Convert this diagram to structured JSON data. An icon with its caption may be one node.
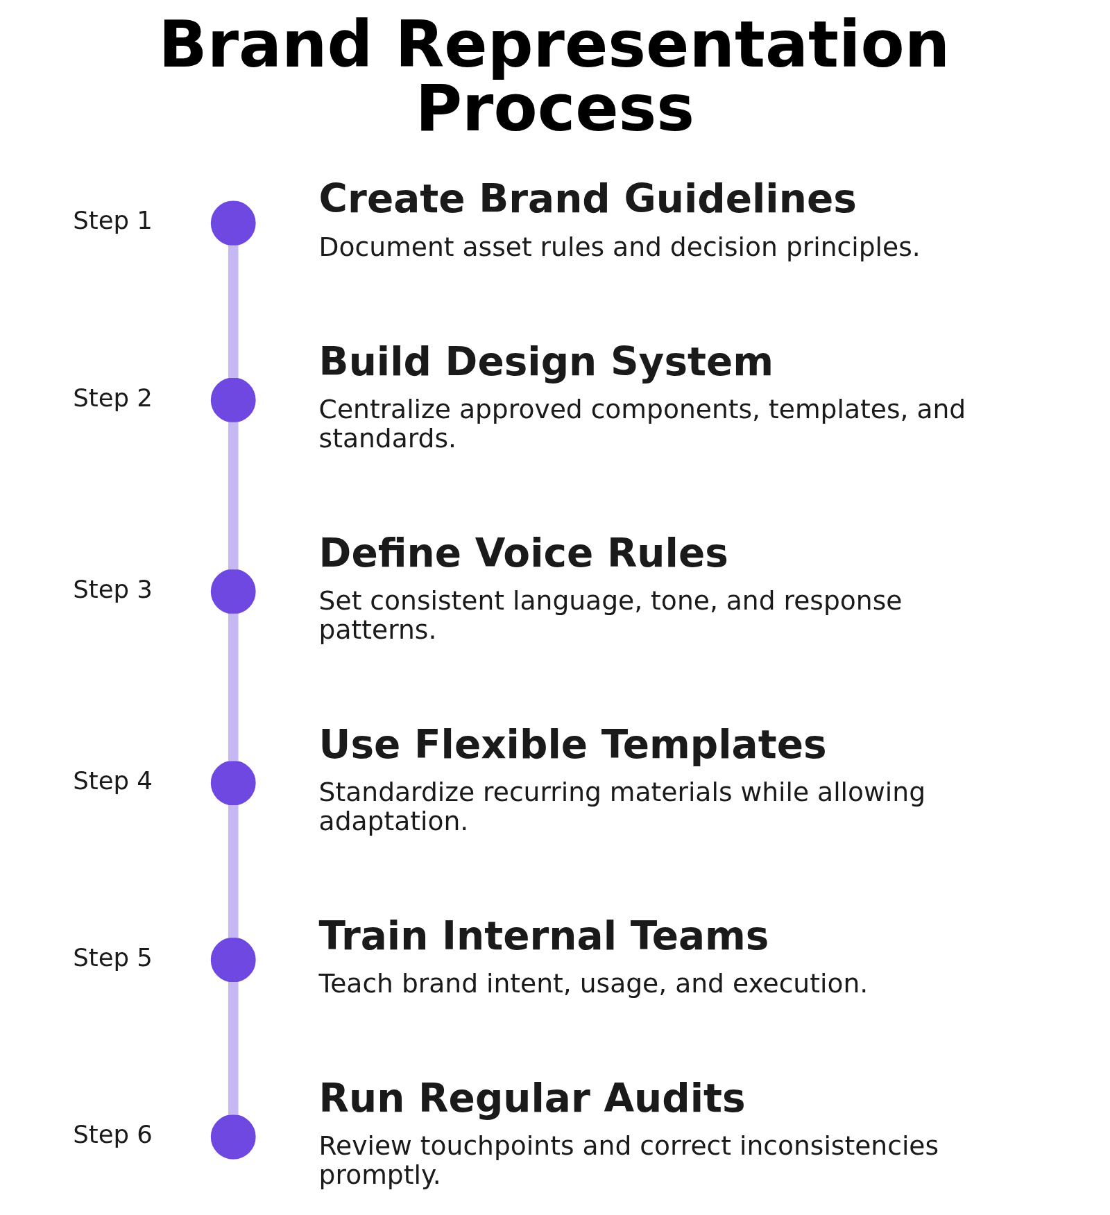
{
  "diagram": {
    "title": "Brand Representation Process",
    "nodes": [
      {
        "text": [],
        "shape": "circle",
        "beside": [
          "Step 1",
          "Create Brand Guidelines",
          "Document asset rules and decision principles."
        ]
      },
      {
        "text": [],
        "shape": "circle",
        "beside": [
          "Step 2",
          "Build Design System",
          "Centralize approved components, templates, and standards."
        ]
      },
      {
        "text": [],
        "shape": "circle",
        "beside": [
          "Step 3",
          "Define Voice Rules",
          "Set consistent language, tone, and response patterns."
        ]
      },
      {
        "text": [],
        "shape": "circle",
        "beside": [
          "Step 4",
          "Use Flexible Templates",
          "Standardize recurring materials while allowing adaptation."
        ]
      },
      {
        "text": [],
        "shape": "circle",
        "beside": [
          "Step 5",
          "Train Internal Teams",
          "Teach brand intent, usage, and execution."
        ]
      },
      {
        "text": [],
        "shape": "circle",
        "beside": [
          "Step 6",
          "Run Regular Audits",
          "Review touchpoints and correct inconsistencies promptly."
        ]
      }
    ],
    "edges": [
      {
        "from": 0,
        "to": 1,
        "arrow": "none"
      },
      {
        "from": 1,
        "to": 2,
        "arrow": "none"
      },
      {
        "from": 2,
        "to": 3,
        "arrow": "none"
      },
      {
        "from": 3,
        "to": 4,
        "arrow": "none"
      },
      {
        "from": 4,
        "to": 5,
        "arrow": "none"
      }
    ]
  }
}
